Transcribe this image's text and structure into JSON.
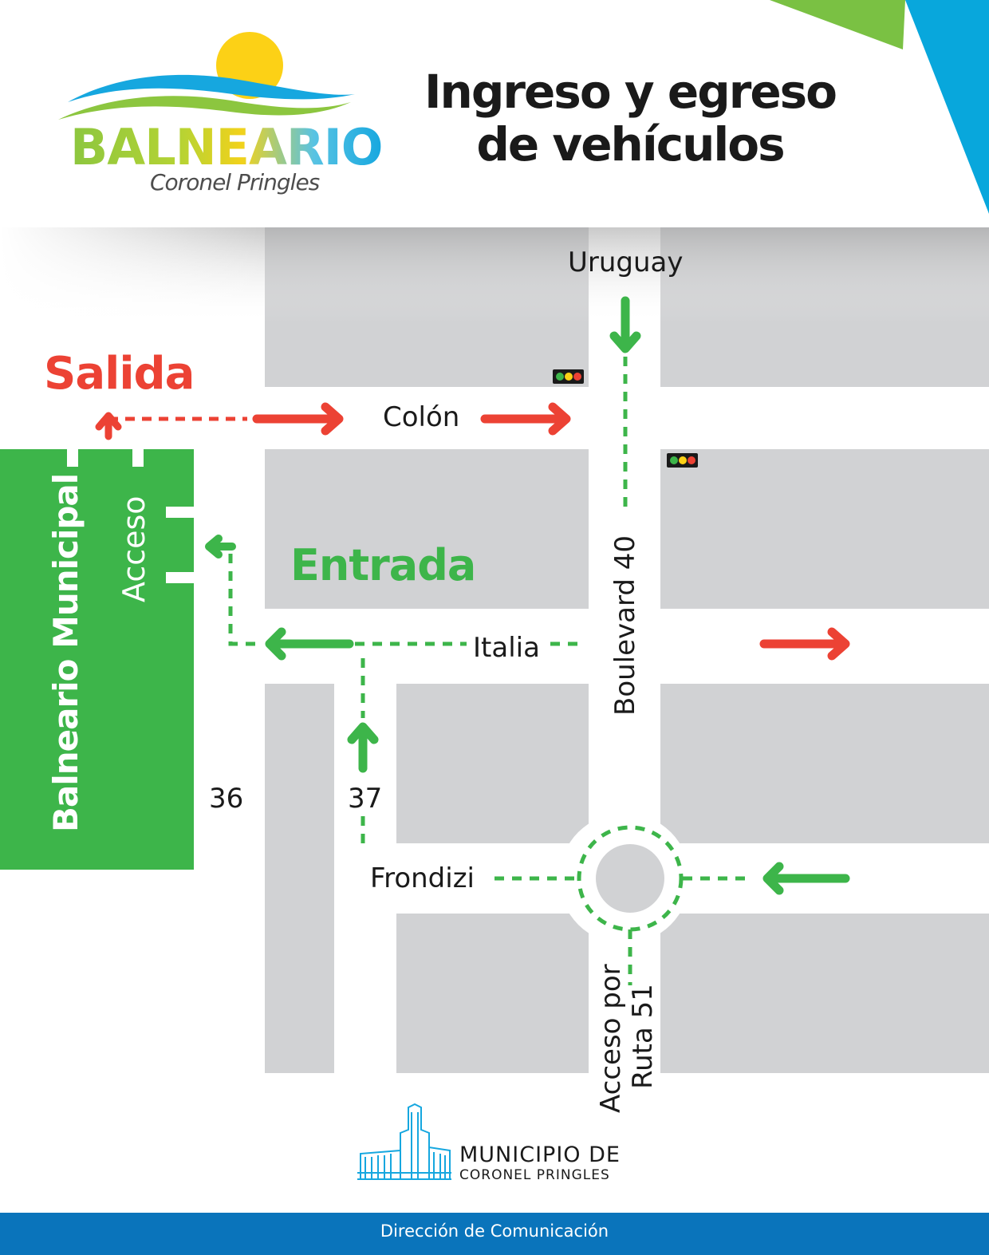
{
  "header": {
    "title_line1": "Ingreso y egreso",
    "title_line2": "de vehículos",
    "logo_word": "BALNEARIO",
    "logo_sub": "Coronel Pringles"
  },
  "map": {
    "labels": {
      "salida": "Salida",
      "entrada": "Entrada",
      "balneario": "Balneario Municipal",
      "acceso": "Acceso"
    },
    "streets": {
      "uruguay": "Uruguay",
      "colon": "Colón",
      "italia": "Italia",
      "frondizi": "Frondizi",
      "boulevard": "Boulevard 40",
      "s36": "36",
      "s37": "37",
      "ruta1": "Acceso por",
      "ruta2": "Ruta 51"
    },
    "colors": {
      "exit_red": "#ec4234",
      "entry_green": "#3db54a",
      "block_gray": "#d1d2d4",
      "park_green": "#3db54a"
    },
    "icons": [
      "traffic-light-icon",
      "arrow-icon"
    ]
  },
  "footer": {
    "municipio_line1": "MUNICIPIO DE",
    "municipio_line2": "CORONEL PRINGLES",
    "department": "Dirección de Comunicación"
  }
}
